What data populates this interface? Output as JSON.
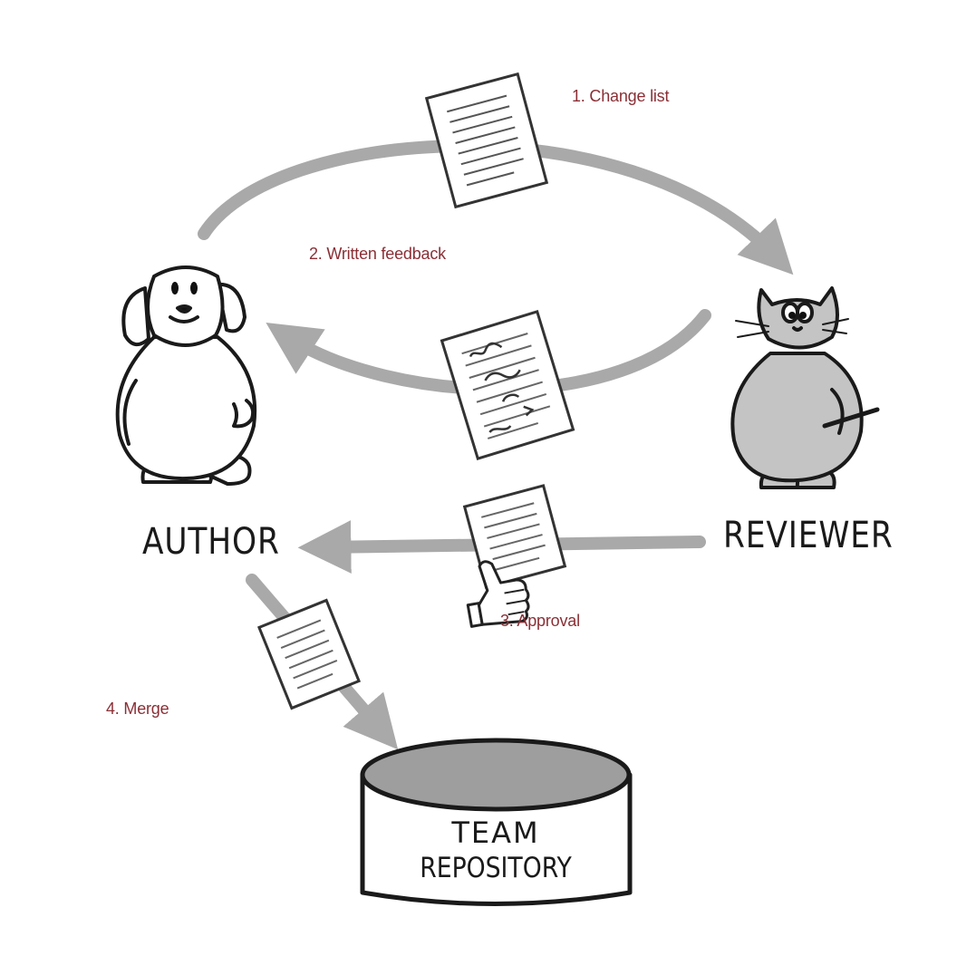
{
  "steps": {
    "change_list": "1. Change list",
    "written_feedback": "2. Written feedback",
    "approval": "3. Approval",
    "merge": "4. Merge"
  },
  "roles": {
    "author": "AUTHOR",
    "reviewer": "REVIEWER"
  },
  "repository": {
    "line1": "TEAM",
    "line2": "REPOSITORY"
  },
  "colors": {
    "step_label": "#8a2f35",
    "arrow": "#a9a9a9",
    "ink": "#1a1a1a",
    "reviewer_fill": "#c4c4c4",
    "repo_lid": "#9e9e9e"
  },
  "icons": [
    "dog-author-icon",
    "cat-reviewer-icon",
    "document-icon",
    "marked-document-icon",
    "thumbs-up-icon",
    "database-icon"
  ]
}
